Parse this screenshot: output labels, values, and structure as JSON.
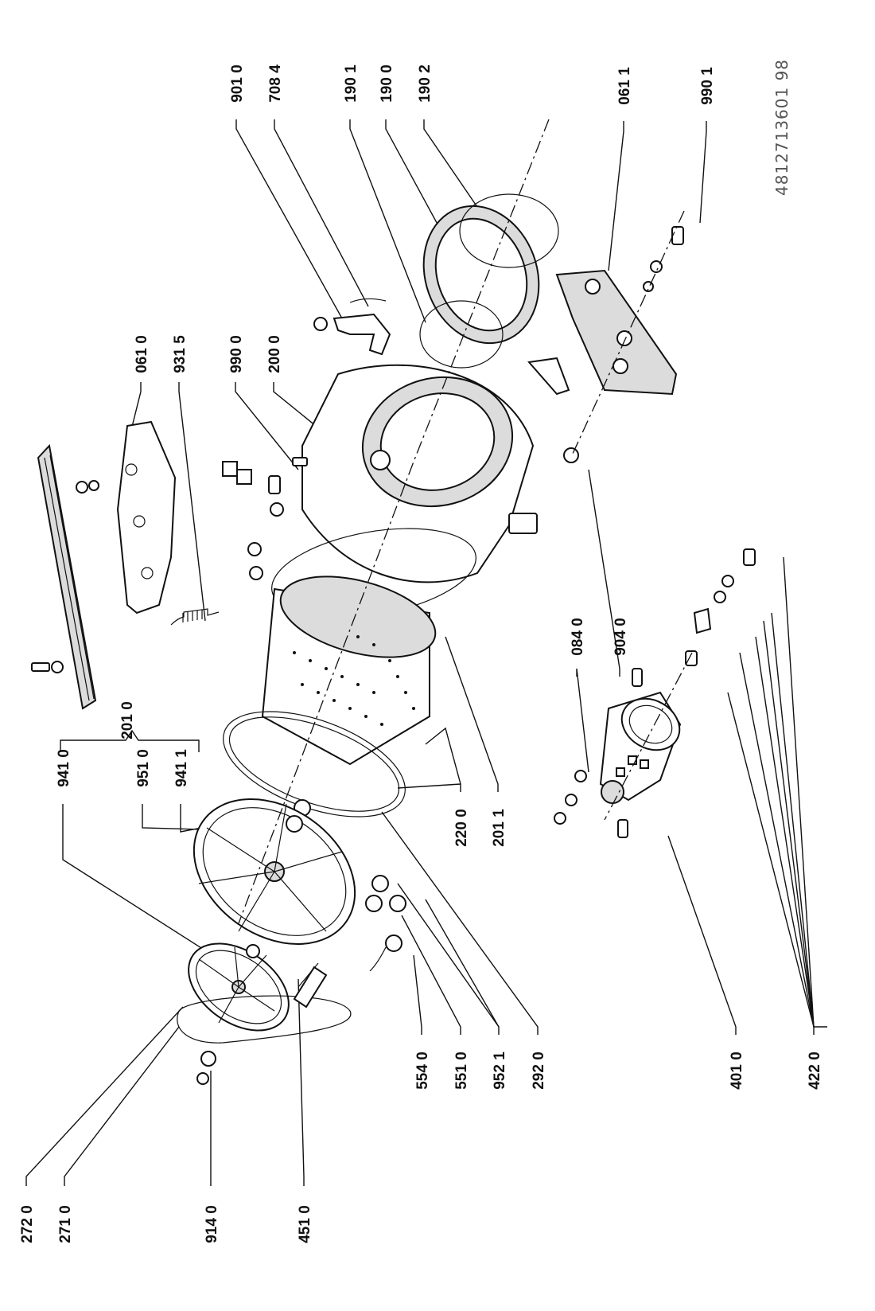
{
  "document_number": "4812713601 98",
  "labels": {
    "l_9010": "901 0",
    "l_7084": "708 4",
    "l_1901": "190 1",
    "l_1900": "190 0",
    "l_1902": "190 2",
    "l_0611": "061 1",
    "l_9901": "990 1",
    "l_0610": "061 0",
    "l_9315": "931 5",
    "l_9900": "990 0",
    "l_2000": "200 0",
    "l_2010": "201 0",
    "l_9410": "941 0",
    "l_9510": "951 0",
    "l_9411": "941 1",
    "l_2200": "220 0",
    "l_2011": "201 1",
    "l_0840": "084 0",
    "l_9040": "904 0",
    "l_2720": "272 0",
    "l_2710": "271 0",
    "l_9140": "914 0",
    "l_4510": "451 0",
    "l_5540": "554 0",
    "l_5510": "551 0",
    "l_9521": "952 1",
    "l_2920": "292 0",
    "l_4010": "401 0",
    "l_4220": "422 0"
  }
}
